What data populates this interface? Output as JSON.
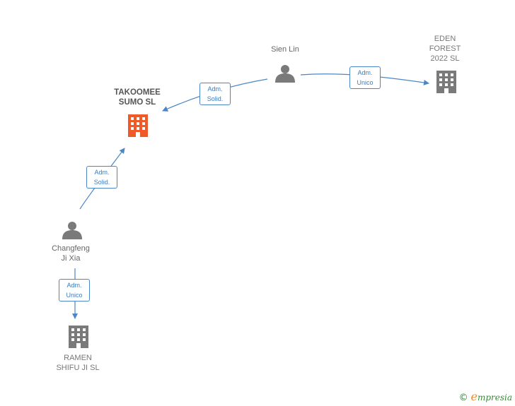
{
  "nodes": {
    "sien_lin": {
      "label": "Sien Lin",
      "type": "person"
    },
    "eden_forest": {
      "label": "EDEN\nFOREST\n2022  SL",
      "type": "company"
    },
    "takoomee": {
      "label": "TAKOOMEE\nSUMO  SL",
      "type": "company-main"
    },
    "changfeng": {
      "label": "Changfeng\nJi Xia",
      "type": "person"
    },
    "ramen": {
      "label": "RAMEN\nSHIFU JI  SL",
      "type": "company"
    }
  },
  "edges": [
    {
      "from": "sien_lin",
      "to": "takoomee",
      "line1": "Adm.",
      "line2": "Solid."
    },
    {
      "from": "sien_lin",
      "to": "eden_forest",
      "line1": "Adm.",
      "line2": "Unico"
    },
    {
      "from": "changfeng",
      "to": "takoomee",
      "line1": "Adm.",
      "line2": "Solid."
    },
    {
      "from": "changfeng",
      "to": "ramen",
      "line1": "Adm.",
      "line2": "Unico"
    }
  ],
  "colors": {
    "edge": "#4a86c8",
    "person_icon": "#7a7a7a",
    "company_icon": "#7a7a7a",
    "main_company_icon": "#f05a28"
  },
  "footer": {
    "copyright": "©",
    "brand_first": "e",
    "brand_rest": "mpresia"
  }
}
